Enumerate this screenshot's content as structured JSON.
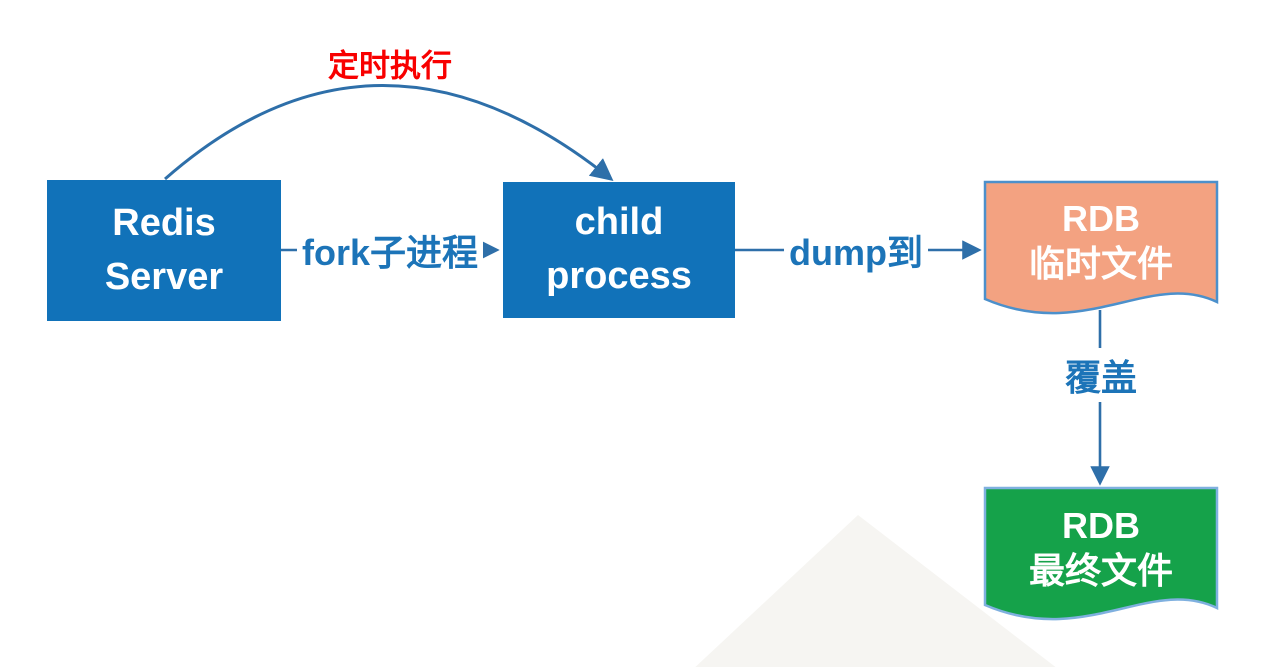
{
  "diagram": {
    "background": "#ffffff",
    "connector_color": "#2e6fa9",
    "nodes": {
      "redis_server": {
        "line1": "Redis",
        "line2": "Server",
        "fill": "#1172b9",
        "text_color": "#ffffff",
        "shape": "rectangle"
      },
      "child_process": {
        "line1": "child",
        "line2": "process",
        "fill": "#1172b9",
        "text_color": "#ffffff",
        "shape": "rectangle"
      },
      "rdb_temp_file": {
        "line1": "RDB",
        "line2": "临时文件",
        "fill": "#f3a281",
        "border": "#4c90cb",
        "text_color": "#ffffff",
        "shape": "document"
      },
      "rdb_final_file": {
        "line1": "RDB",
        "line2": "最终文件",
        "fill": "#15a24a",
        "border": "#7fb0df",
        "text_color": "#ffffff",
        "shape": "document"
      }
    },
    "edges": {
      "scheduled": {
        "label": "定时执行",
        "label_color": "#f80000",
        "from": "redis_server",
        "to": "child_process",
        "style": "curved-arc"
      },
      "fork": {
        "label": "fork子进程",
        "label_color": "#1c74b8",
        "from": "redis_server",
        "to": "child_process",
        "style": "straight"
      },
      "dump": {
        "label": "dump到",
        "label_color": "#1c74b8",
        "from": "child_process",
        "to": "rdb_temp_file",
        "style": "straight"
      },
      "overwrite": {
        "label": "覆盖",
        "label_color": "#1c74b8",
        "from": "rdb_temp_file",
        "to": "rdb_final_file",
        "style": "straight-vertical"
      }
    }
  }
}
